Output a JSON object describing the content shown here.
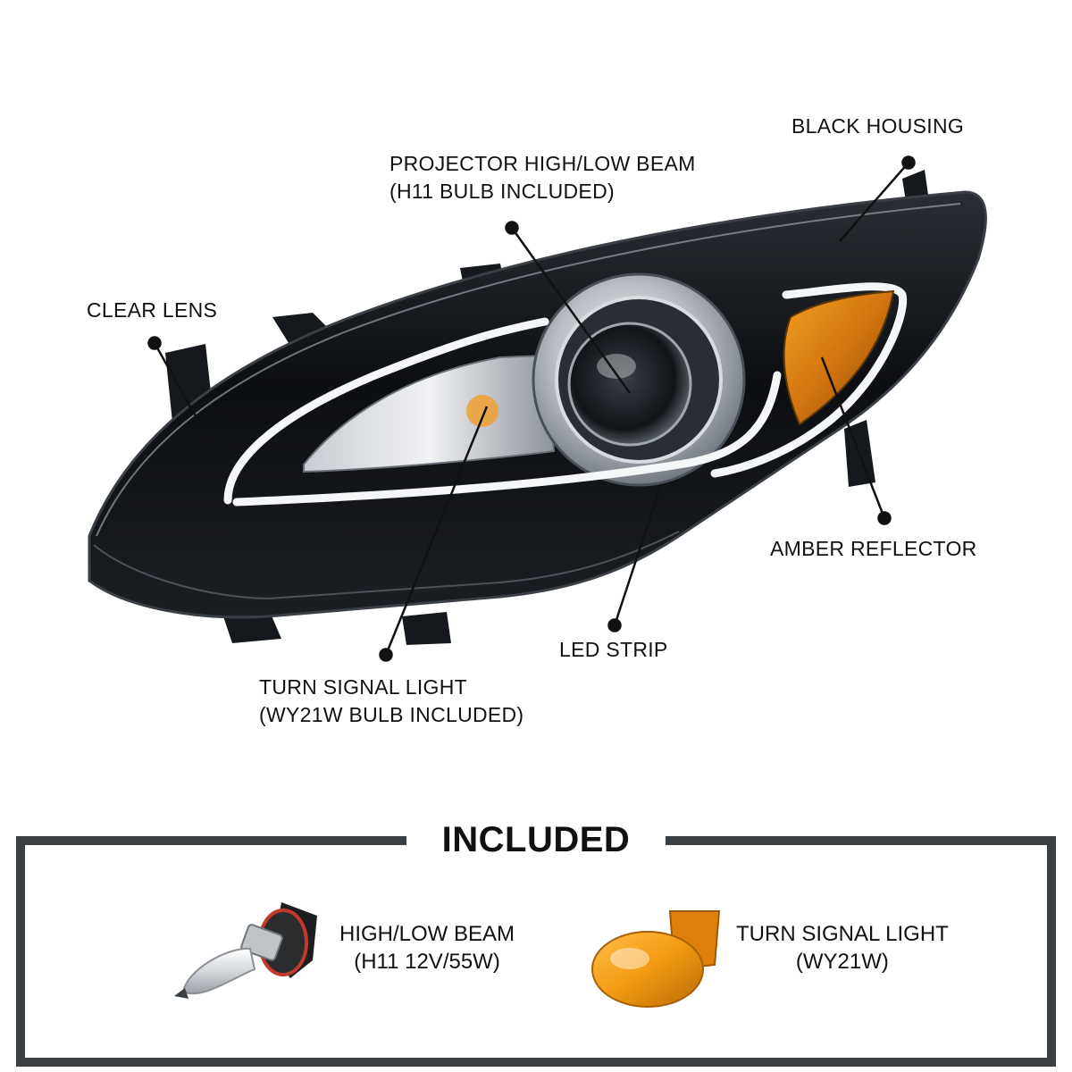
{
  "callouts": {
    "black_housing": {
      "line1": "BLACK HOUSING"
    },
    "projector": {
      "line1": "PROJECTOR HIGH/LOW BEAM",
      "line2": "(H11 BULB INCLUDED)"
    },
    "clear_lens": {
      "line1": "CLEAR LENS"
    },
    "amber_reflector": {
      "line1": "AMBER REFLECTOR"
    },
    "led_strip": {
      "line1": "LED STRIP"
    },
    "turn_signal": {
      "line1": "TURN SIGNAL LIGHT",
      "line2": "(WY21W BULB INCLUDED)"
    }
  },
  "included": {
    "title": "INCLUDED",
    "items": [
      {
        "line1": "HIGH/LOW BEAM",
        "line2": "(H11 12V/55W)",
        "icon": "h11-bulb-icon"
      },
      {
        "line1": "TURN SIGNAL LIGHT",
        "line2": "(WY21W)",
        "icon": "wy21w-bulb-icon"
      }
    ]
  },
  "colors": {
    "housing": "#0d0f12",
    "led": "#f4f6f8",
    "amber": "#e08a10",
    "frame": "#3a3f44",
    "text": "#111111"
  }
}
